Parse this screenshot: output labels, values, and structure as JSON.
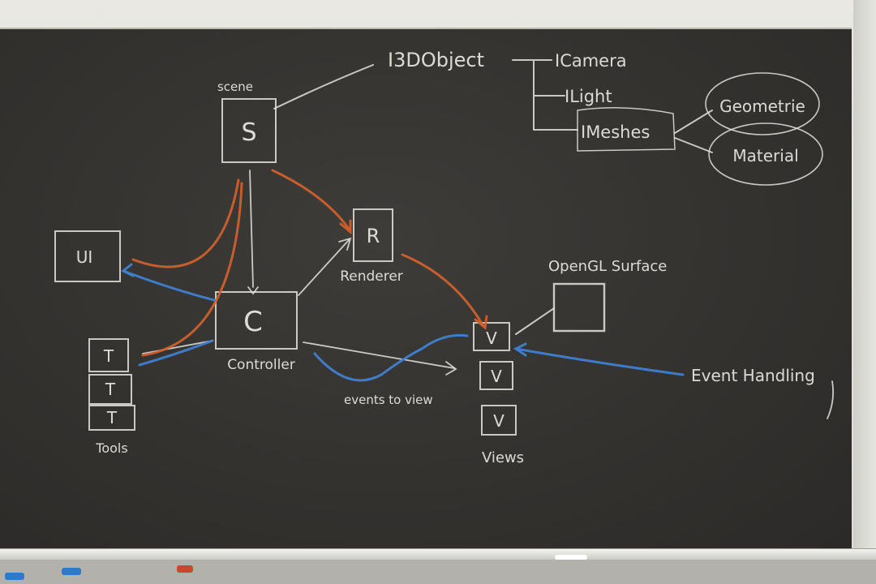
{
  "board": {
    "scene_label": "scene",
    "scene_box": "S",
    "object_root": "I3DObject",
    "object_children": [
      "ICamera",
      "ILight",
      "IMeshes"
    ],
    "mesh_parts": [
      "Geometrie",
      "Material"
    ],
    "renderer_box": "R",
    "renderer_label": "Renderer",
    "ui_box": "UI",
    "controller_box": "C",
    "controller_label": "Controller",
    "tool_boxes": [
      "T",
      "T",
      "T"
    ],
    "tools_label": "Tools",
    "opengl_label": "OpenGL Surface",
    "view_boxes": [
      "V",
      "V",
      "V"
    ],
    "views_label": "Views",
    "events_label": "events to view",
    "event_handling_label": "Event Handling"
  },
  "colors": {
    "chalk": "#e9e8e2",
    "orange_chalk": "#d2612d",
    "blue_chalk": "#3f7fd0",
    "board": "#353330"
  }
}
